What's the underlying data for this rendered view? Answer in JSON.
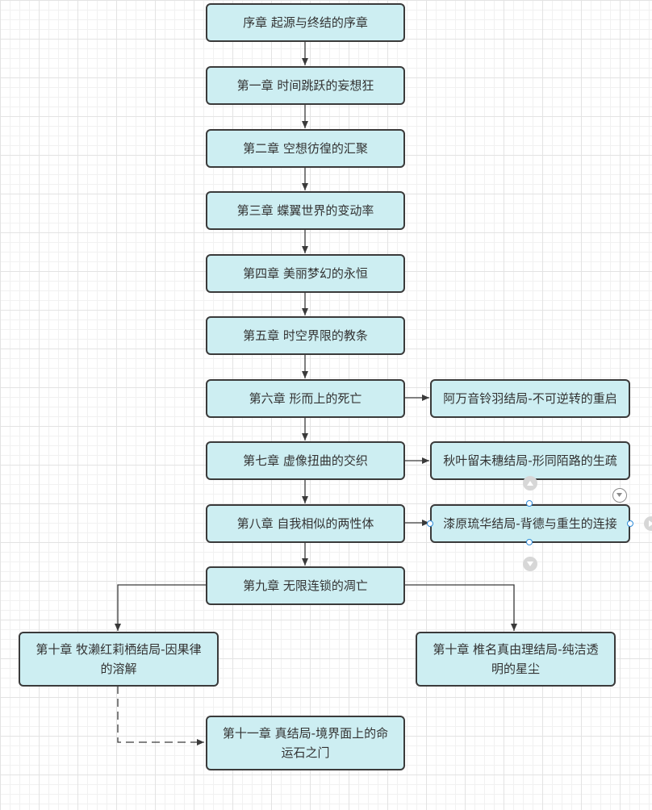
{
  "nodes": {
    "prologue": "序章 起源与终结的序章",
    "ch1": "第一章 时间跳跃的妄想狂",
    "ch2": "第二章 空想彷徨的汇聚",
    "ch3": "第三章 蝶翼世界的变动率",
    "ch4": "第四章 美丽梦幻的永恒",
    "ch5": "第五章 时空界限的教条",
    "ch6": "第六章 形而上的死亡",
    "ch7": "第七章 虚像扭曲的交织",
    "ch8": "第八章 自我相似的两性体",
    "ch9": "第九章 无限连锁的凋亡",
    "ending_amane": "阿万音铃羽结局-不可逆转的重启",
    "ending_akiha": "秋叶留未穗结局-形同陌路的生疏",
    "ending_urushibara": "漆原琉华结局-背德与重生的连接",
    "ch10": "第十章 牧濑红莉栖结局-因果律的溶解",
    "ch10b": "第十章 椎名真由理结局-纯洁透明的星尘",
    "ch11": "第十一章 真结局-境界面上的命运石之门"
  },
  "colors": {
    "node_fill": "#cdeef2",
    "node_border": "#3a3a3a",
    "edge": "#3a3a3a",
    "selection": "#2f8bd8",
    "grid": "#e3e3e3"
  },
  "icons": {
    "expand_up": "triangle-up-icon",
    "expand_down": "triangle-down-icon",
    "expand_right": "triangle-right-icon"
  }
}
